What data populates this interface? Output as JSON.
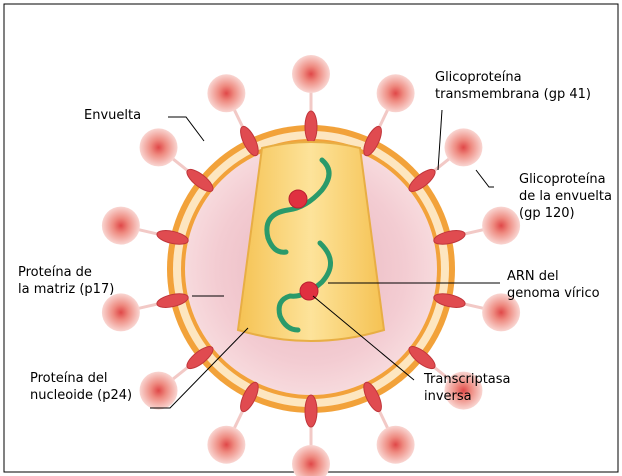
{
  "labels": {
    "envelope": "Envuelta",
    "gp41_line1": "Glicoproteína",
    "gp41_line2": "transmembrana (gp 41)",
    "gp120_line1": "Glicoproteína",
    "gp120_line2": "de la envuelta",
    "gp120_line3": "(gp 120)",
    "matrix_line1": "Proteína de",
    "matrix_line2": "la matriz (p17)",
    "rna_line1": "ARN del",
    "rna_line2": "genoma vírico",
    "nucleoid_line1": "Proteína del",
    "nucleoid_line2": "nucleoide (p24)",
    "rt_line1": "Transcriptasa",
    "rt_line2": "inversa"
  },
  "colors": {
    "envelope_outer": "#f2a23a",
    "envelope_inner": "#fde6c0",
    "matrix": "#f0c4cc",
    "capsid": "#fbd97a",
    "knob": "#f6c6c2",
    "knob_center": "#e05050",
    "spike": "#e04b50",
    "rna": "#2a9a6a",
    "enzyme": "#e03040"
  }
}
